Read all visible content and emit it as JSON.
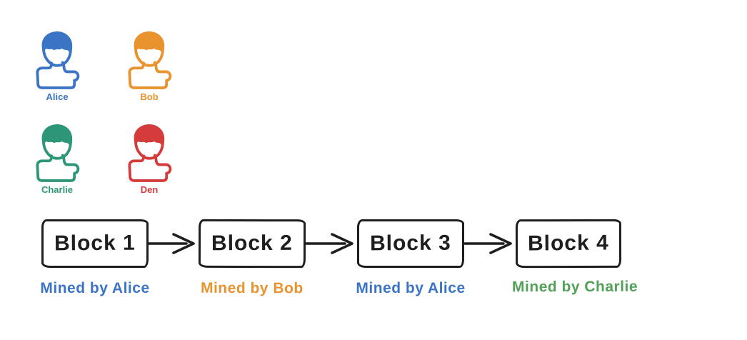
{
  "people": [
    {
      "name": "Alice",
      "color": "#3b74c4"
    },
    {
      "name": "Bob",
      "color": "#e8932e"
    },
    {
      "name": "Charlie",
      "color": "#2e9678"
    },
    {
      "name": "Den",
      "color": "#d43c3c"
    }
  ],
  "chain": {
    "outline_color": "#1e1e1e",
    "blocks": [
      {
        "label": "Block 1",
        "miner": "Mined by Alice",
        "miner_color": "#3b74c4"
      },
      {
        "label": "Block 2",
        "miner": "Mined by Bob",
        "miner_color": "#e8932e"
      },
      {
        "label": "Block 3",
        "miner": "Mined by Alice",
        "miner_color": "#3b74c4"
      },
      {
        "label": "Block 4",
        "miner": "Mined by Charlie",
        "miner_color": "#53a158"
      }
    ]
  }
}
